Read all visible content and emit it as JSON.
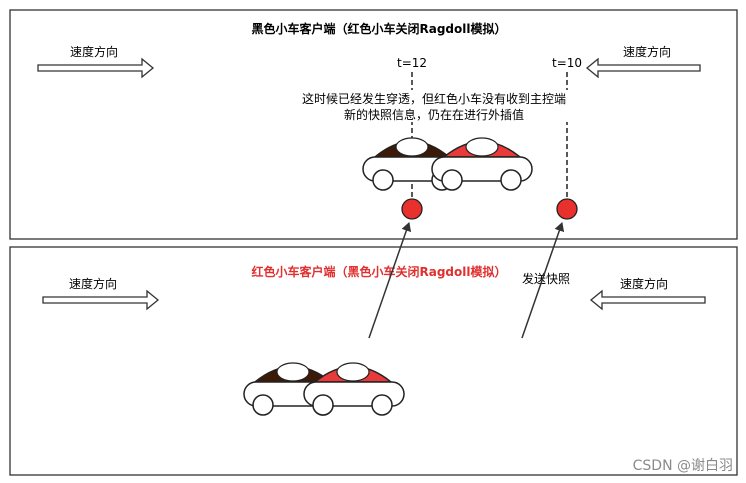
{
  "top_panel": {
    "title": "黑色小车客户端（红色小车关闭Ragdoll模拟）",
    "left_arrow_label": "速度方向",
    "right_arrow_label": "速度方向",
    "marker_left_label": "t=12",
    "marker_right_label": "t=10",
    "note_line1": "这时候已经发生穿透，但红色小车没有收到主控端",
    "note_line2": "新的快照信息，仍在在进行外插值"
  },
  "bottom_panel": {
    "title": "红色小车客户端（黑色小车关闭Ragdoll模拟）",
    "left_arrow_label": "速度方向",
    "right_arrow_label": "速度方向",
    "send_label": "发送快照"
  },
  "watermark": "CSDN @谢白羽",
  "colors": {
    "red_car": "#e83a3a",
    "black_car": "#3d1a08",
    "red_title": "#e03030",
    "dot": "#e8302c"
  }
}
